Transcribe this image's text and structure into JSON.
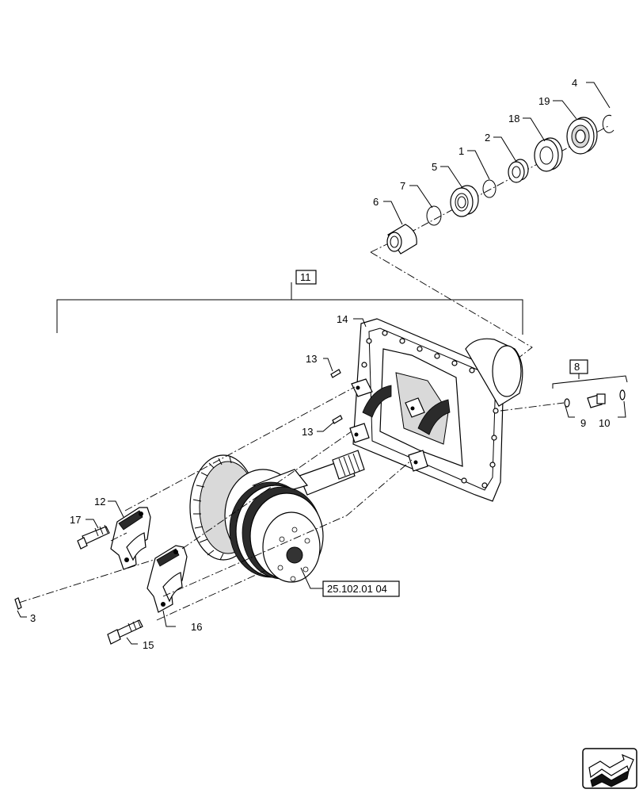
{
  "callouts": [
    {
      "id": "c4",
      "text": "4"
    },
    {
      "id": "c19",
      "text": "19"
    },
    {
      "id": "c18",
      "text": "18"
    },
    {
      "id": "c2",
      "text": "2"
    },
    {
      "id": "c1",
      "text": "1"
    },
    {
      "id": "c5",
      "text": "5"
    },
    {
      "id": "c7",
      "text": "7"
    },
    {
      "id": "c6",
      "text": "6"
    },
    {
      "id": "c11",
      "text": "11"
    },
    {
      "id": "c14",
      "text": "14"
    },
    {
      "id": "c13a",
      "text": "13"
    },
    {
      "id": "c13b",
      "text": "13"
    },
    {
      "id": "c8",
      "text": "8"
    },
    {
      "id": "c9",
      "text": "9"
    },
    {
      "id": "c10",
      "text": "10"
    },
    {
      "id": "c12",
      "text": "12"
    },
    {
      "id": "c17",
      "text": "17"
    },
    {
      "id": "c3",
      "text": "3"
    },
    {
      "id": "c16",
      "text": "16"
    },
    {
      "id": "c15",
      "text": "15"
    }
  ],
  "reference_label": "25.102.01 04",
  "nav_icon": "next-page-arrow-icon"
}
